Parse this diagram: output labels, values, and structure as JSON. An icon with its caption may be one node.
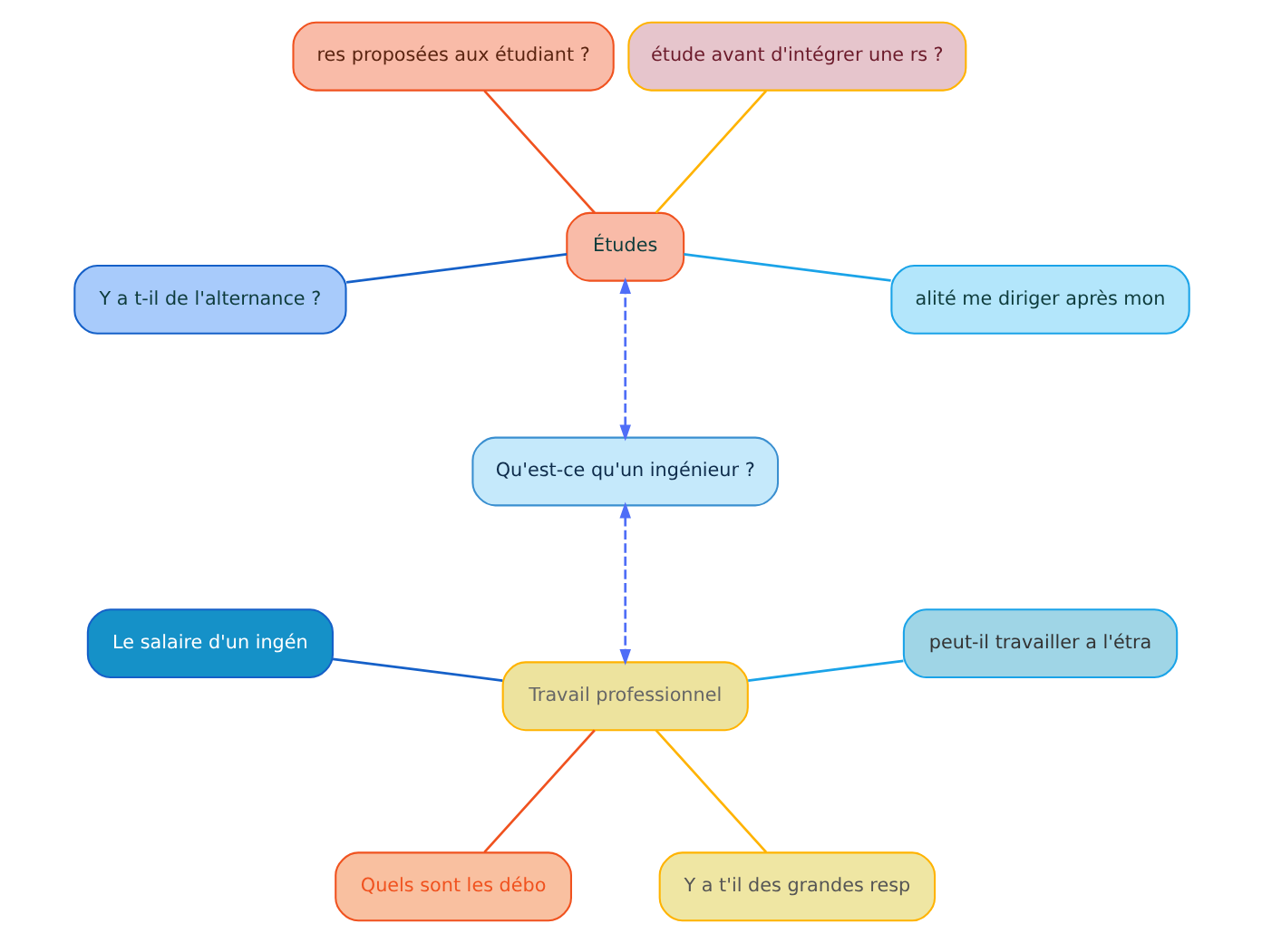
{
  "diagram": {
    "nodes": [
      {
        "text": [
          "Qu'est-ce qu'un ingénieur ?"
        ]
      },
      {
        "text": [
          "Études"
        ]
      },
      {
        "text": [
          "alité me diriger après mon"
        ]
      },
      {
        "text": [
          "étude avant d'intégrer une rs ?"
        ]
      },
      {
        "text": [
          "res proposées aux étudiant ?"
        ]
      },
      {
        "text": [
          "Y a t-il de l'alternance ?"
        ]
      },
      {
        "text": [
          "Travail professionnel"
        ]
      },
      {
        "text": [
          "Le salaire d'un ingén"
        ]
      },
      {
        "text": [
          "Quels sont les débo"
        ]
      },
      {
        "text": [
          "Y a t'il des grandes resp"
        ]
      },
      {
        "text": [
          "peut-il travailler a l'étra"
        ]
      }
    ],
    "edges": [
      {
        "from": 0,
        "to": 1,
        "arrow": "both",
        "style": "dashed",
        "color": "#4f6ef7"
      },
      {
        "from": 0,
        "to": 6,
        "arrow": "both",
        "style": "dashed",
        "color": "#4f6ef7"
      },
      {
        "from": 1,
        "to": 2,
        "arrow": "none",
        "color": "#1aa3e8"
      },
      {
        "from": 1,
        "to": 3,
        "arrow": "none",
        "color": "#ffb300"
      },
      {
        "from": 1,
        "to": 4,
        "arrow": "none",
        "color": "#f0521f"
      },
      {
        "from": 1,
        "to": 5,
        "arrow": "none",
        "color": "#1560c8"
      },
      {
        "from": 6,
        "to": 7,
        "arrow": "none",
        "color": "#1560c8"
      },
      {
        "from": 6,
        "to": 8,
        "arrow": "none",
        "color": "#f0521f"
      },
      {
        "from": 6,
        "to": 9,
        "arrow": "none",
        "color": "#ffb300"
      },
      {
        "from": 6,
        "to": 10,
        "arrow": "none",
        "color": "#1aa3e8"
      }
    ]
  }
}
